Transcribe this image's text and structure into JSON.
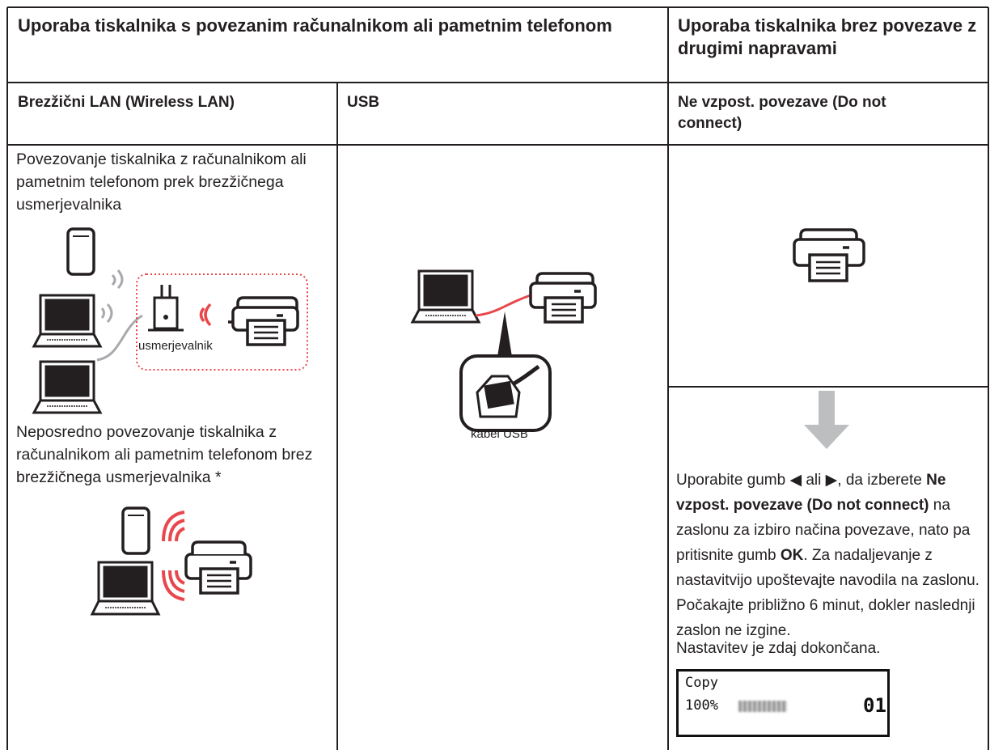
{
  "headers": {
    "connected": "Uporaba tiskalnika s povezanim računalnikom ali pametnim telefonom",
    "standalone": "Uporaba tiskalnika brez povezave z drugimi napravami"
  },
  "columns": {
    "wireless": "Brezžični LAN (Wireless LAN)",
    "usb": "USB",
    "do_not_connect": "Ne vzpost. povezave (Do not connect)"
  },
  "wireless": {
    "via_router": "Povezovanje tiskalnika z računalnikom ali pametnim telefonom prek brezžičnega usmerjevalnika",
    "router_label": "usmerjevalnik",
    "direct": "Neposredno povezovanje tiskalnika z računalnikom ali pametnim telefonom brez brezžičnega usmerjevalnika *"
  },
  "usb": {
    "cable_label": "kabel USB"
  },
  "standalone": {
    "instr_1": "Uporabite gumb ◀ ali ▶, da izberete ",
    "instr_bold_1": "Ne vzpost. povezave (Do not connect)",
    "instr_2": " na zaslonu za izbiro načina povezave, nato pa pritisnite gumb ",
    "instr_bold_2": "OK",
    "instr_3": ". Za nadaljevanje z nastavitvijo upoštevajte navodila na zaslonu. Počakajte približno 6 minut, dokler naslednji zaslon ne izgine.",
    "done": "Nastavitev je zdaj dokončana."
  },
  "lcd": {
    "line1": "Copy",
    "zoom": "100%",
    "copies": "01"
  },
  "colors": {
    "border": "#231f20",
    "accent_red": "#e8474b",
    "cable_gray": "#a7a9ac",
    "arrow_gray": "#bcbec0"
  }
}
